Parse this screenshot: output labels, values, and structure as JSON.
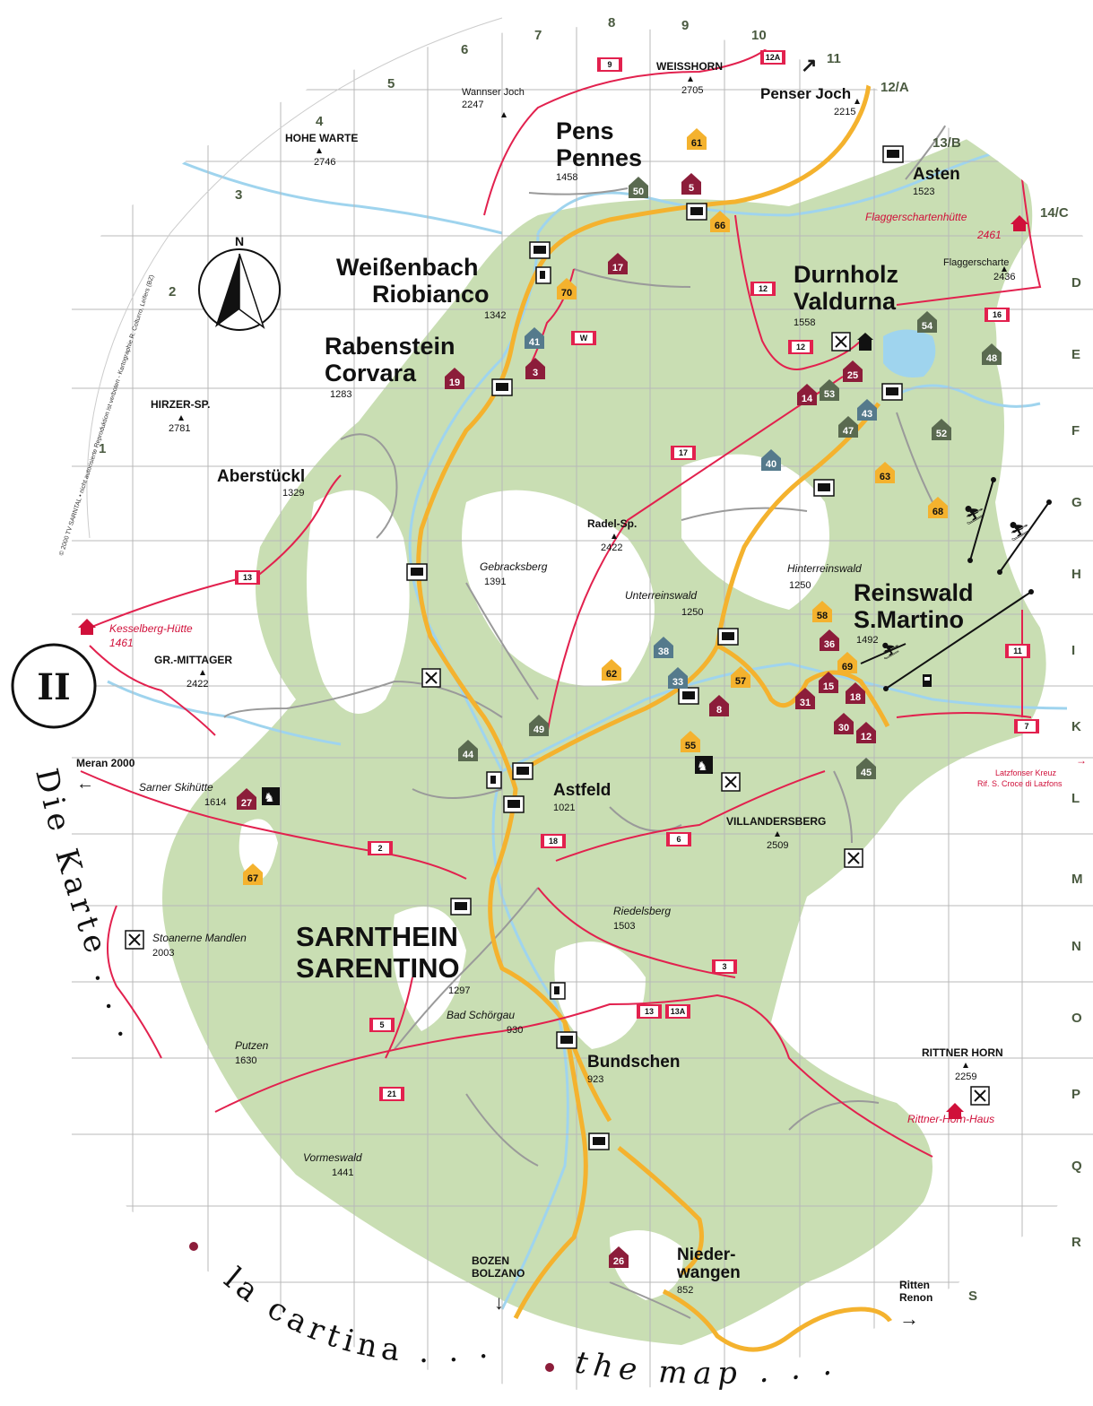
{
  "map": {
    "badge": "II",
    "north": "N",
    "credit": "© 2000 TV SARNTAL • nicht autorisierte Reproduktion ist verboten - Kartographie R. Colturro, Leifers (BZ)",
    "arc_texts": {
      "de": "Die Karte . . .",
      "it": "la cartina . . .",
      "en": "the map . . ."
    },
    "colors": {
      "terrain": "#c9deb3",
      "water": "#9fd4ee",
      "road": "#f4b22e",
      "trail": "#e2214e",
      "grid": "#b8b8b8",
      "poi_orange": "#f4b22e",
      "poi_red": "#8c1d3a",
      "poi_gray": "#5a6a50",
      "poi_blue": "#557a8c"
    },
    "grid": {
      "top": [
        "4",
        "5",
        "6",
        "7",
        "8",
        "9",
        "10",
        "11",
        "12/A",
        "13/B",
        "14/C"
      ],
      "left": [
        "3",
        "2",
        "1"
      ],
      "right": [
        "D",
        "E",
        "F",
        "G",
        "H",
        "I",
        "K",
        "L",
        "M",
        "N",
        "O",
        "P",
        "Q",
        "R",
        "S"
      ]
    },
    "towns": [
      {
        "id": "pens",
        "line1": "Pens",
        "line2": "Pennes",
        "elev": "1458"
      },
      {
        "id": "weissenbach",
        "line1": "Weißenbach",
        "line2": "Riobianco",
        "elev": "1342"
      },
      {
        "id": "rabenstein",
        "line1": "Rabenstein",
        "line2": "Corvara",
        "elev": "1283"
      },
      {
        "id": "durnholz",
        "line1": "Durnholz",
        "line2": "Valdurna",
        "elev": "1558"
      },
      {
        "id": "reinswald",
        "line1": "Reinswald",
        "line2": "S.Martino",
        "elev": "1492"
      },
      {
        "id": "sarnthein",
        "line1": "SARNTHEIN",
        "line2": "SARENTINO",
        "elev": "1297"
      },
      {
        "id": "asten",
        "line1": "Asten",
        "elev": "1523"
      },
      {
        "id": "astfeld",
        "line1": "Astfeld",
        "elev": "1021"
      },
      {
        "id": "bundschen",
        "line1": "Bundschen",
        "elev": "923"
      },
      {
        "id": "niederwangen",
        "line1": "Nieder-",
        "line2": "wangen",
        "elev": "852"
      },
      {
        "id": "aberstuckl",
        "line1": "Aberstückl",
        "elev": "1329"
      }
    ],
    "peaks": [
      {
        "id": "weisshorn",
        "name": "WEISSHORN",
        "elev": "2705"
      },
      {
        "id": "penserjoch",
        "name": "Penser Joch",
        "elev": "2215"
      },
      {
        "id": "wannserjoch",
        "name": "Wannser Joch",
        "elev": "2247"
      },
      {
        "id": "hohewarte",
        "name": "HOHE WARTE",
        "elev": "2746"
      },
      {
        "id": "hirzer",
        "name": "HIRZER-SP.",
        "elev": "2781"
      },
      {
        "id": "mittager",
        "name": "GR.-MITTAGER",
        "elev": "2422"
      },
      {
        "id": "radel",
        "name": "Radel-Sp.",
        "elev": "2422"
      },
      {
        "id": "villanders",
        "name": "VILLANDERSBERG",
        "elev": "2509"
      },
      {
        "id": "rittnerhorn",
        "name": "RITTNER HORN",
        "elev": "2259"
      },
      {
        "id": "flaggerscharte",
        "name": "Flaggerscharte",
        "elev": "2436"
      }
    ],
    "places": [
      {
        "id": "gebracksberg",
        "name": "Gebracksberg",
        "elev": "1391"
      },
      {
        "id": "unterreinswald",
        "name": "Unterreinswald",
        "elev": "1250"
      },
      {
        "id": "hinterreinswald",
        "name": "Hinterreinswald",
        "elev": "1250"
      },
      {
        "id": "riedelsberg",
        "name": "Riedelsberg",
        "elev": "1503"
      },
      {
        "id": "stoanerne",
        "name": "Stoanerne Mandlen",
        "elev": "2003"
      },
      {
        "id": "putzen",
        "name": "Putzen",
        "elev": "1630"
      },
      {
        "id": "vormeswald",
        "name": "Vormeswald",
        "elev": "1441"
      },
      {
        "id": "badschorgau",
        "name": "Bad Schörgau",
        "elev": "930"
      },
      {
        "id": "sarner",
        "name": "Sarner Skihütte",
        "elev": "1614"
      }
    ],
    "huts": [
      {
        "id": "flagger",
        "name": "Flaggerschartenhütte",
        "elev": "2461"
      },
      {
        "id": "kesselberg",
        "name": "Kesselberg-Hütte",
        "elev": "1461"
      },
      {
        "id": "rittnerhaus",
        "name": "Rittner-Horn-Haus"
      }
    ],
    "exits": [
      {
        "id": "meran",
        "line1": "Meran 2000"
      },
      {
        "id": "latzfons",
        "line1": "Latzfonser Kreuz",
        "line2": "Rif. S. Croce di Lazfons"
      },
      {
        "id": "bozen",
        "line1": "BOZEN",
        "line2": "BOLZANO"
      },
      {
        "id": "ritten",
        "line1": "Ritten",
        "line2": "Renon"
      }
    ],
    "trails": [
      "9",
      "12A",
      "12",
      "16",
      "12",
      "W",
      "17",
      "13",
      "11",
      "7",
      "2",
      "18",
      "6",
      "3",
      "13",
      "13A",
      "5",
      "21"
    ],
    "pois": [
      "61",
      "50",
      "5",
      "66",
      "17",
      "70",
      "41",
      "3",
      "19",
      "54",
      "48",
      "25",
      "14",
      "53",
      "43",
      "47",
      "52",
      "40",
      "63",
      "68",
      "58",
      "36",
      "69",
      "38",
      "33",
      "57",
      "62",
      "8",
      "31",
      "15",
      "18",
      "30",
      "12",
      "55",
      "49",
      "44",
      "45",
      "27",
      "67",
      "26"
    ]
  }
}
